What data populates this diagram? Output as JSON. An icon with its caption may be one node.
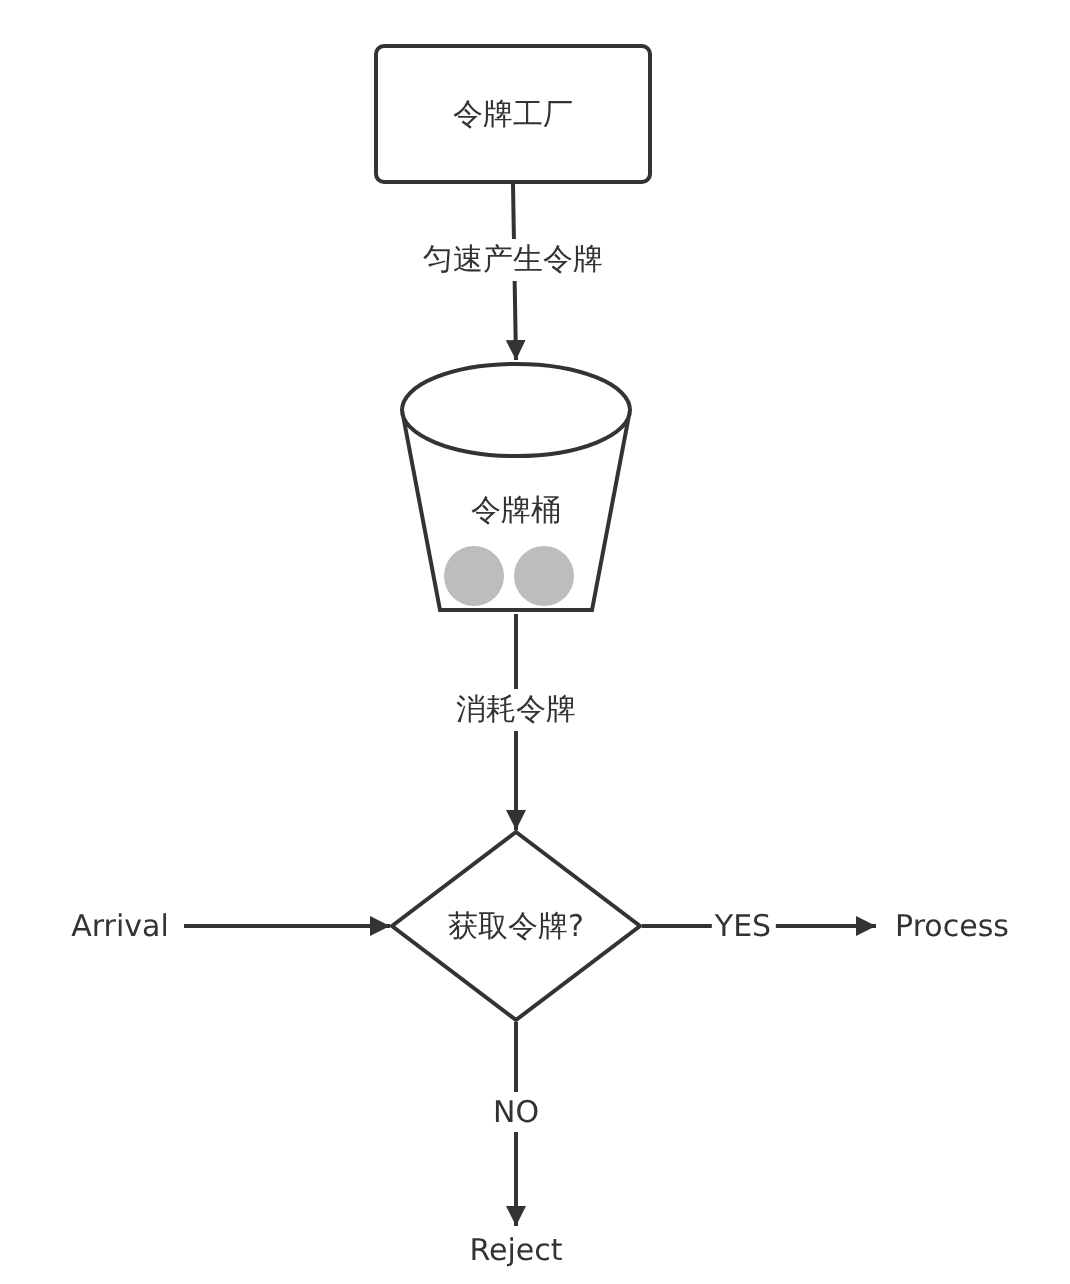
{
  "diagram": {
    "nodes": [
      {
        "text": [
          "令牌工厂"
        ]
      },
      {
        "text": [
          "令牌桶"
        ]
      },
      {
        "text": [
          "获取令牌?"
        ]
      },
      {
        "text": [
          "Arrival"
        ]
      },
      {
        "text": [
          "Process"
        ]
      },
      {
        "text": [
          "Reject"
        ]
      }
    ],
    "edges": [
      {
        "from": 0,
        "to": 1,
        "arrow": "to",
        "label": "匀速产生令牌"
      },
      {
        "from": 1,
        "to": 2,
        "arrow": "to",
        "label": "消耗令牌"
      },
      {
        "from": 3,
        "to": 2,
        "arrow": "to"
      },
      {
        "from": 2,
        "to": 4,
        "arrow": "to",
        "label": "YES"
      },
      {
        "from": 2,
        "to": 5,
        "arrow": "to",
        "label": "NO"
      }
    ]
  }
}
